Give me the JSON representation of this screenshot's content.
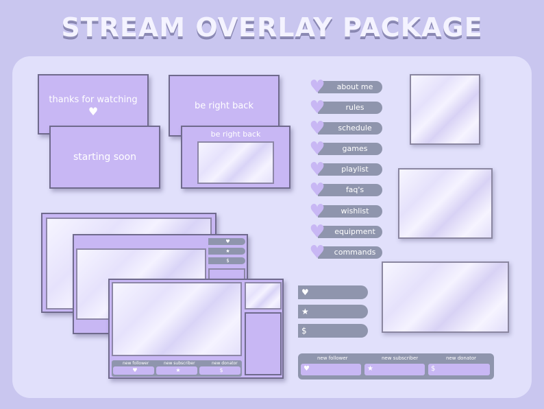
{
  "title": "STREAM OVERLAY PACKAGE",
  "scenes": {
    "thanks": "thanks for watching",
    "starting": "starting soon",
    "brb": "be right back",
    "brb_cam": "be right back"
  },
  "panels": [
    "about me",
    "rules",
    "schedule",
    "games",
    "playlist",
    "faq's",
    "wishlist",
    "equipment",
    "commands"
  ],
  "alerts": {
    "follower": "new follower",
    "subscriber": "new subscriber",
    "donor": "new donator"
  },
  "icons": {
    "heart": "♥",
    "star": "★",
    "dollar": "$"
  },
  "colors": {
    "background": "#c9c6ef",
    "board": "#e1e0fb",
    "lavender": "#c8b7f4",
    "slate": "#8f95ad"
  }
}
